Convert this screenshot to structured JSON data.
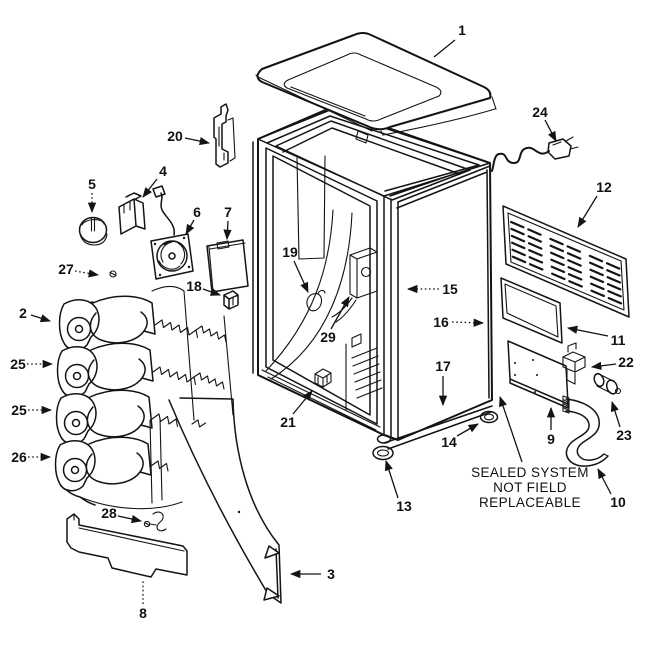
{
  "figure": {
    "note": {
      "line1": "SEALED SYSTEM",
      "line2": "NOT FIELD",
      "line3": "REPLACEABLE"
    },
    "callouts": {
      "c1": "1",
      "c2": "2",
      "c3": "3",
      "c4": "4",
      "c5": "5",
      "c6": "6",
      "c7": "7",
      "c8": "8",
      "c9": "9",
      "c10": "10",
      "c11": "11",
      "c12": "12",
      "c13": "13",
      "c14": "14",
      "c15": "15",
      "c16": "16",
      "c17": "17",
      "c18": "18",
      "c19": "19",
      "c20": "20",
      "c21": "21",
      "c22": "22",
      "c23": "23",
      "c24": "24",
      "c25a": "25",
      "c25b": "25",
      "c26": "26",
      "c27": "27",
      "c28": "28",
      "c29": "29"
    }
  }
}
